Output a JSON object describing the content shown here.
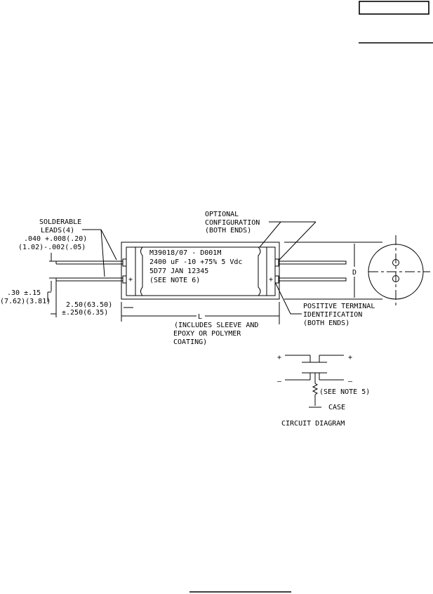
{
  "drawing": {
    "leads_label": [
      "SOLDERABLE",
      "LEADS(4)"
    ],
    "lead_dia": [
      ".040 +.008(.20)",
      "(1.02)-.002(.05)"
    ],
    "lead_spacing": [
      ".30 ±.15",
      "(7.62)(3.81)"
    ],
    "lead_length": [
      "2.50(63.50)",
      "±.250(6.35)"
    ],
    "optional_label": [
      "OPTIONAL",
      "CONFIGURATION",
      "(BOTH ENDS)"
    ],
    "marking": [
      "M39018/07 - D001M",
      "2400 uF -10 +75% 5 Vdc",
      "5D77 JAN 12345",
      "(SEE NOTE 6)"
    ],
    "plus_sign": "+",
    "length_label": "L",
    "length_note": [
      "(INCLUDES SLEEVE AND",
      "EPOXY OR POLYMER",
      "COATING)"
    ],
    "diameter_label": "D",
    "positive_label": [
      "POSITIVE TERMINAL",
      "IDENTIFICATION",
      "(BOTH ENDS)"
    ]
  },
  "circuit": {
    "plus": "+",
    "minus": "–",
    "note": "(SEE NOTE 5)",
    "case": "CASE",
    "title": "CIRCUIT DIAGRAM"
  }
}
